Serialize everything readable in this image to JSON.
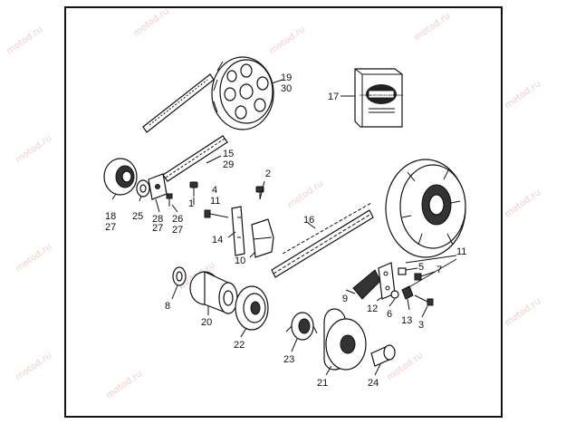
{
  "watermark": "motod.ru",
  "kit_box": {
    "label": "17",
    "badge_text": "GENUINE MOTOR ACCESSORIES",
    "logo": "harley-davidson-bar-shield-logo"
  },
  "callouts": {
    "c1": "1",
    "c2": "2",
    "c3": "3",
    "c4": "4",
    "c5": "5",
    "c6": "6",
    "c7": "7",
    "c8": "8",
    "c9": "9",
    "c10": "10",
    "c11a": "11",
    "c11b": "11",
    "c12": "12",
    "c13": "13",
    "c14": "14",
    "c15": "15",
    "c16": "16",
    "c18": "18",
    "c19": "19",
    "c20": "20",
    "c21": "21",
    "c22": "22",
    "c23": "23",
    "c24": "24",
    "c25": "25",
    "c26": "26",
    "c27a": "27",
    "c27b": "27",
    "c27c": "27",
    "c28": "28",
    "c29": "29",
    "c30": "30"
  }
}
